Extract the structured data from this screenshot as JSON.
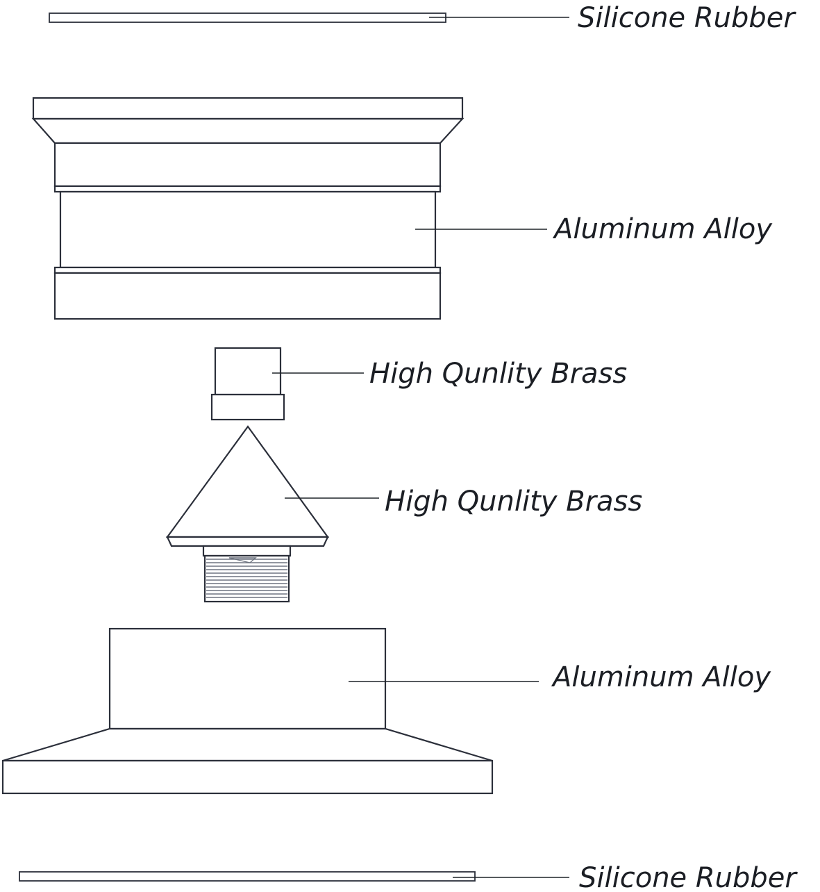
{
  "labels": {
    "top_rubber": "Silicone Rubber",
    "upper_body": "Aluminum Alloy",
    "brass_cap": "High Qunlity Brass",
    "brass_spike": "High Qunlity Brass",
    "lower_base": "Aluminum Alloy",
    "bottom_rubber": "Silicone Rubber"
  },
  "colors": {
    "outline": "#2b2f3a",
    "label_text": "#1b1e24",
    "thread": "#6e7480",
    "background": "#ffffff"
  }
}
